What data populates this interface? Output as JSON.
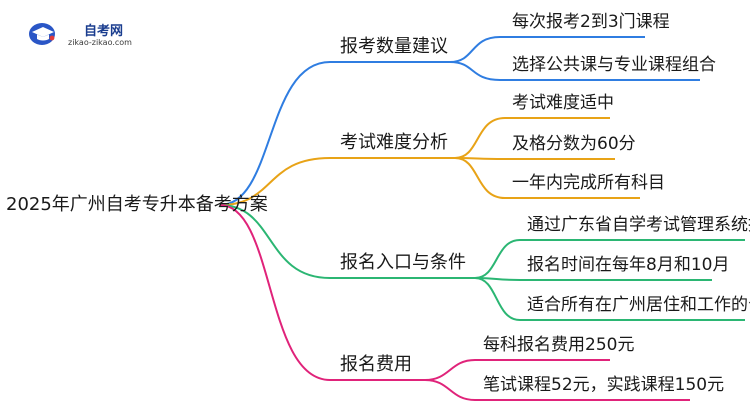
{
  "logo": {
    "title": "自考网",
    "url": "zikao-zikao.com",
    "icon": "graduation-cap-icon"
  },
  "root": {
    "label": "2025年广州自考专升本备考方案"
  },
  "branches": [
    {
      "label": "报考数量建议",
      "color": "#2f7de1",
      "leaves": [
        "每次报考2到3门课程",
        "选择公共课与专业课程组合"
      ]
    },
    {
      "label": "考试难度分析",
      "color": "#e8a317",
      "leaves": [
        "考试难度适中",
        "及格分数为60分",
        "一年内完成所有科目"
      ]
    },
    {
      "label": "报名入口与条件",
      "color": "#2bb673",
      "leaves": [
        "通过广东省自学考试管理系统报名",
        "报名时间在每年8月和10月",
        "适合所有在广州居住和工作的公民"
      ]
    },
    {
      "label": "报名费用",
      "color": "#e0237a",
      "leaves": [
        "每科报名费用250元",
        "笔试课程52元，实践课程150元"
      ]
    }
  ]
}
